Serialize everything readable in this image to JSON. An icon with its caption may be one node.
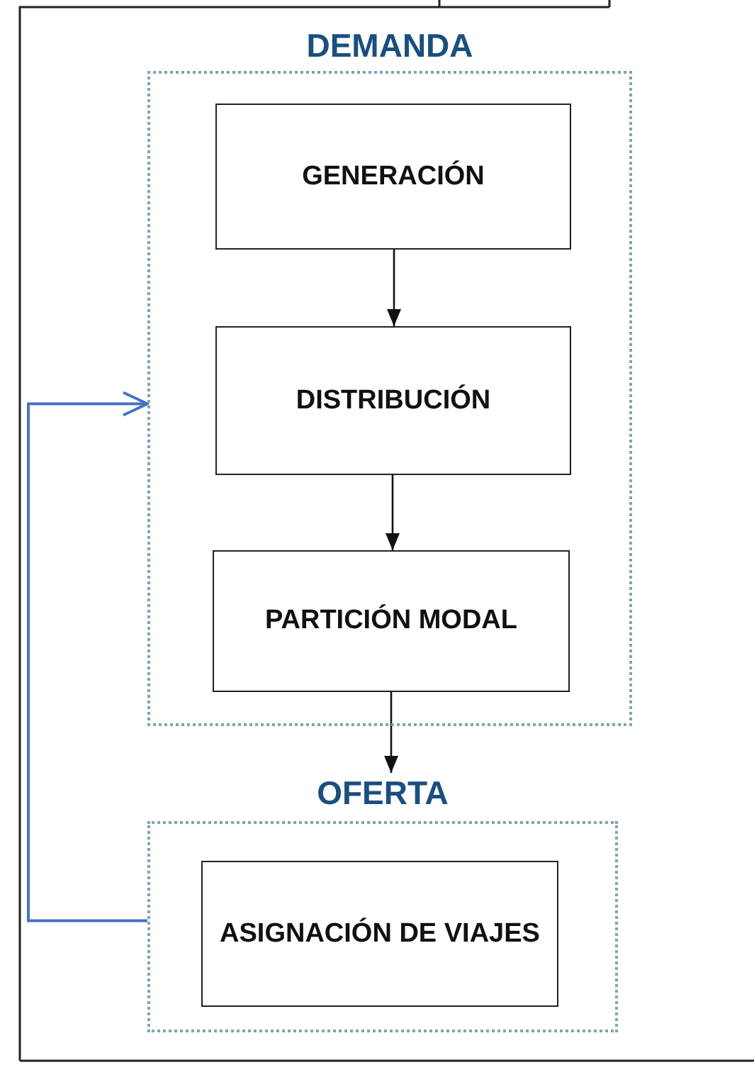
{
  "diagram": {
    "nodes": [
      {
        "text": [
          "DEMANDA"
        ]
      },
      {
        "text": [
          "GENERACIÓN"
        ],
        "in": 0
      },
      {
        "text": [
          "DISTRIBUCIÓN"
        ],
        "in": 0
      },
      {
        "text": [
          "PARTICIÓN MODAL"
        ],
        "in": 0
      },
      {
        "text": [
          "OFERTA"
        ]
      },
      {
        "text": [
          "ASIGNACIÓN DE VIAJES"
        ],
        "in": 4
      }
    ],
    "edges": [
      {
        "from": 1,
        "to": 2,
        "arrow": "to"
      },
      {
        "from": 2,
        "to": 3,
        "arrow": "to"
      },
      {
        "from": 3,
        "to": 4,
        "arrow": "to"
      },
      {
        "from": 4,
        "to": 0,
        "arrow": "to",
        "color": "#4472c4"
      }
    ]
  }
}
